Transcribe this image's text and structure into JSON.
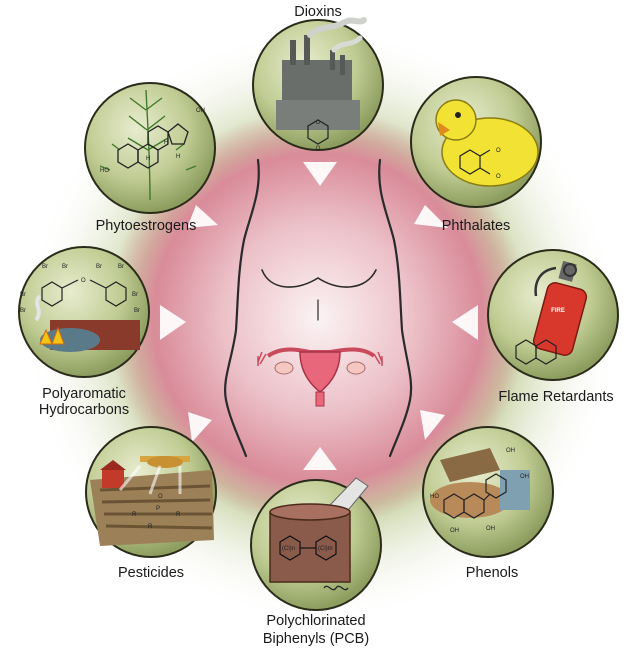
{
  "labels": {
    "dioxins": "Dioxins",
    "phthalates": "Phthalates",
    "flame_retardants": "Flame Retardants",
    "phenols": "Phenols",
    "pcb_line1": "Polychlorinated",
    "pcb_line2": "Biphenyls (PCB)",
    "pesticides": "Pesticides",
    "pah_line1": "Polyaromatic",
    "pah_line2": "Hydrocarbons",
    "phytoestrogens": "Phytoestrogens"
  },
  "chem": {
    "oh": "OH",
    "ho": "HO",
    "h": "H",
    "o": "O",
    "br": "Br",
    "p": "P",
    "r": "R",
    "fire": "FIRE",
    "cln": "(Cl)n",
    "clm": "(Cl)m"
  },
  "colors": {
    "circle_fill": "#b9c98c",
    "circle_stroke": "#2b2b1a",
    "center_glow": "#d98a98",
    "green_glow": "#c3cf9f",
    "uterus": "#e8677a"
  }
}
